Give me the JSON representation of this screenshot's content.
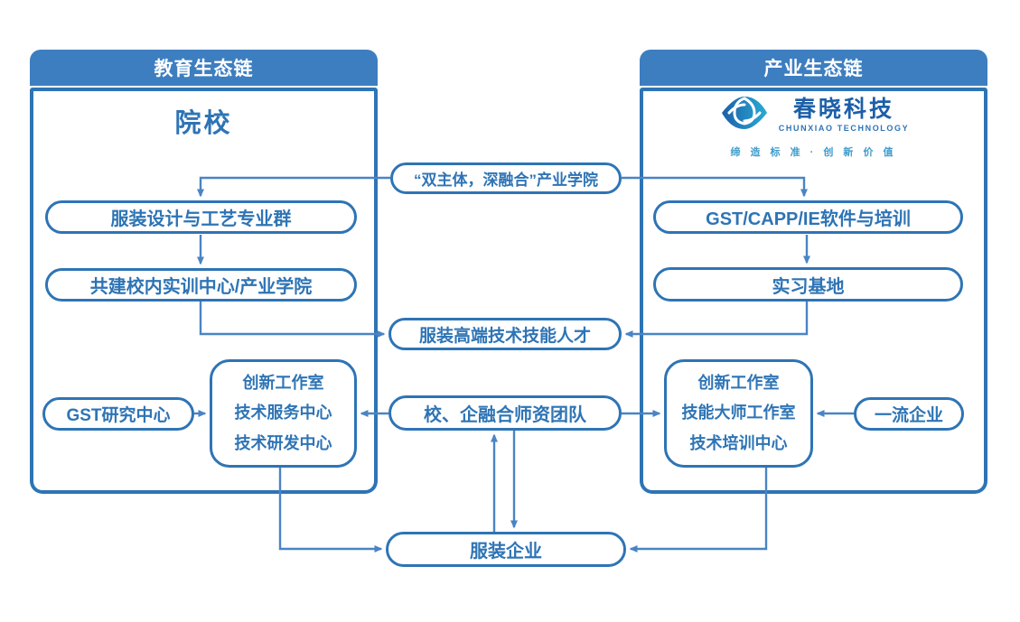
{
  "colors": {
    "panel_header_bg": "#3D7EC0",
    "panel_border": "#2E74B5",
    "node_border": "#2E74B5",
    "node_text": "#2E74B5",
    "connector": "#4A84C4",
    "header_text": "#FFFFFF",
    "logo_blue": "#1C5FA8",
    "logo_teal": "#29ABD4",
    "logo_tagline": "#3E9BCB"
  },
  "panels": {
    "education": {
      "title": "教育生态链",
      "main_entity": "院校"
    },
    "industry": {
      "title": "产业生态链"
    }
  },
  "logo": {
    "name": "春晓科技",
    "name_en": "CHUNXIAO TECHNOLOGY",
    "tagline": "缔 造 标 准 · 创 新 价 值"
  },
  "nodes": {
    "shuangzhuti": "“双主体，深融合”产业学院",
    "zhuanyequn": "服装设计与工艺专业群",
    "shixun_center": "共建校内实训中心/产业学院",
    "gst_capp": "GST/CAPP/IE软件与培训",
    "shixi_jidi": "实习基地",
    "rencai": "服装高端技术技能人才",
    "shizi_tuandui": "校、企融合师资团队",
    "gst_yanjiu": "GST研究中心",
    "left_centers": {
      "lines": [
        "创新工作室",
        "技术服务中心",
        "技术研发中心"
      ]
    },
    "right_centers": {
      "lines": [
        "创新工作室",
        "技能大师工作室",
        "技术培训中心"
      ]
    },
    "yiliu_qiye": "一流企业",
    "fuzhuang_qiye": "服装企业"
  },
  "edges": [
    {
      "from": "shuangzhuti",
      "to": "zhuanyequn"
    },
    {
      "from": "shuangzhuti",
      "to": "gst_capp"
    },
    {
      "from": "zhuanyequn",
      "to": "shixun_center"
    },
    {
      "from": "gst_capp",
      "to": "shixi_jidi"
    },
    {
      "from": "shixun_center",
      "to": "rencai"
    },
    {
      "from": "shixi_jidi",
      "to": "rencai"
    },
    {
      "from": "gst_yanjiu",
      "to": "left_centers"
    },
    {
      "from": "shizi_tuandui",
      "to": "left_centers"
    },
    {
      "from": "shizi_tuandui",
      "to": "right_centers"
    },
    {
      "from": "yiliu_qiye",
      "to": "right_centers"
    },
    {
      "from": "fuzhuang_qiye",
      "to": "shizi_tuandui"
    },
    {
      "from": "shizi_tuandui",
      "to": "fuzhuang_qiye"
    },
    {
      "from": "left_centers",
      "to": "fuzhuang_qiye"
    },
    {
      "from": "right_centers",
      "to": "fuzhuang_qiye"
    }
  ]
}
